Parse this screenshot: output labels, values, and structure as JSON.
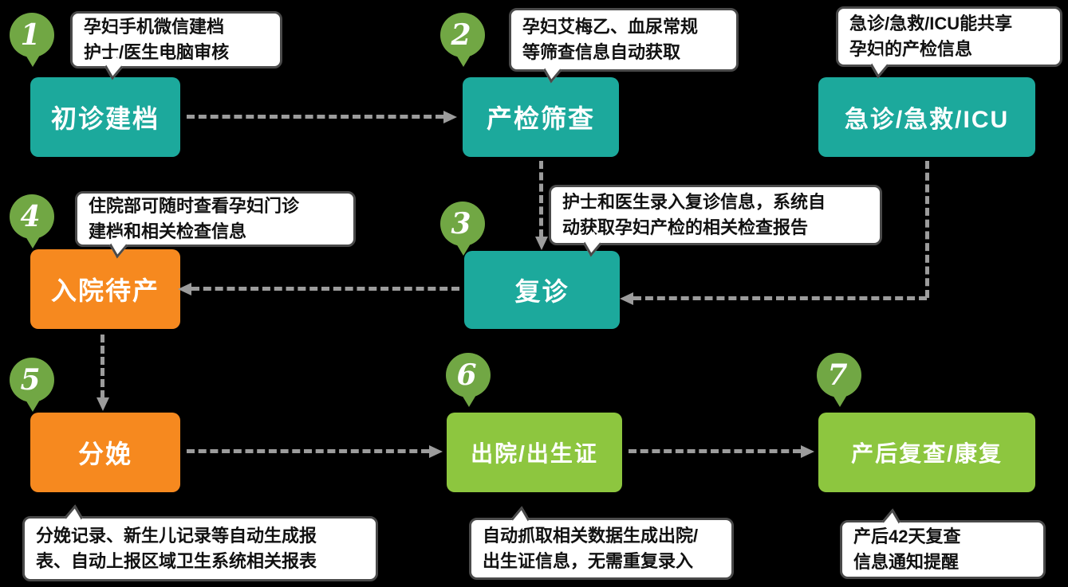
{
  "diagram": {
    "background": "#000000",
    "colors": {
      "teal_box": "#1ca99c",
      "orange_box": "#f6891f",
      "green_box": "#8dc63f",
      "pin_green": "#71a744",
      "arrow_gray": "#9c9c9c",
      "callout_border": "#4a4a4a",
      "callout_bg": "#ffffff",
      "callout_text": "#111111",
      "box_text": "#ffffff"
    },
    "nodes": [
      {
        "step": "1",
        "label": "初诊建档"
      },
      {
        "step": "2",
        "label": "产检筛查"
      },
      {
        "step": "3",
        "label": "复诊"
      },
      {
        "step": "4",
        "label": "入院待产"
      },
      {
        "step": "5",
        "label": "分娩"
      },
      {
        "step": "6",
        "label": "出院/出生证"
      },
      {
        "step": "7",
        "label": "产后复查/康复"
      },
      {
        "step": "",
        "label": "急诊/急救/ICU"
      }
    ],
    "callouts": [
      {
        "lines": [
          "孕妇手机微信建档",
          "护士/医生电脑审核"
        ]
      },
      {
        "lines": [
          "孕妇艾梅乙、血尿常规",
          "等筛查信息自动获取"
        ]
      },
      {
        "lines": [
          "护士和医生录入复诊信息，系统自",
          "动获取孕妇产检的相关检查报告"
        ]
      },
      {
        "lines": [
          "住院部可随时查看孕妇门诊",
          "建档和相关检查信息"
        ]
      },
      {
        "lines": [
          "分娩记录、新生儿记录等自动生成报",
          "表、自动上报区域卫生系统相关报表"
        ]
      },
      {
        "lines": [
          "自动抓取相关数据生成出院/",
          "出生证信息，无需重复录入"
        ]
      },
      {
        "lines": [
          "产后42天复查",
          "信息通知提醒"
        ]
      },
      {
        "lines": [
          "急诊/急救/ICU能共享",
          "孕妇的产检信息"
        ]
      }
    ]
  }
}
